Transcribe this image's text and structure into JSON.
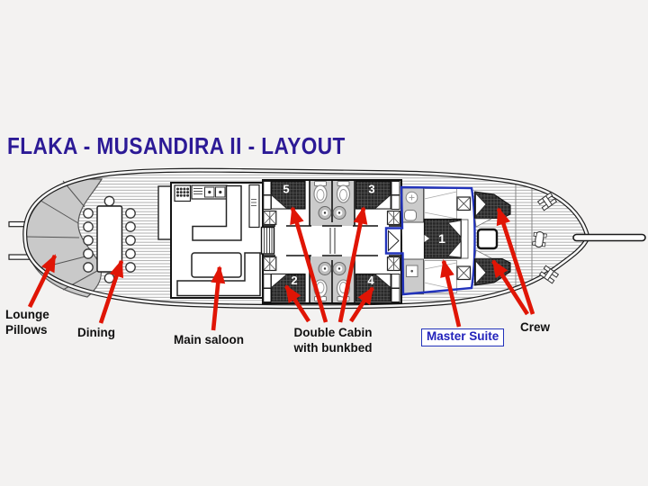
{
  "title": "FLAKA - MUSANDIRA II - LAYOUT",
  "labels": {
    "lounge_line1": "Lounge",
    "lounge_line2": "Pillows",
    "dining": "Dining",
    "main_saloon": "Main saloon",
    "double_cabin_line1": "Double Cabin",
    "double_cabin_line2": "with bunkbed",
    "master_suite": "Master Suite",
    "crew": "Crew"
  },
  "cabin_numbers": {
    "top_left": "5",
    "top_right": "3",
    "bottom_left": "2",
    "bottom_right": "4",
    "master": "1"
  },
  "colors": {
    "background": "#f3f2f1",
    "title": "#2c1a96",
    "arrow": "#e01505",
    "master_outline": "#2233bb",
    "master_label": "#2222bb"
  }
}
